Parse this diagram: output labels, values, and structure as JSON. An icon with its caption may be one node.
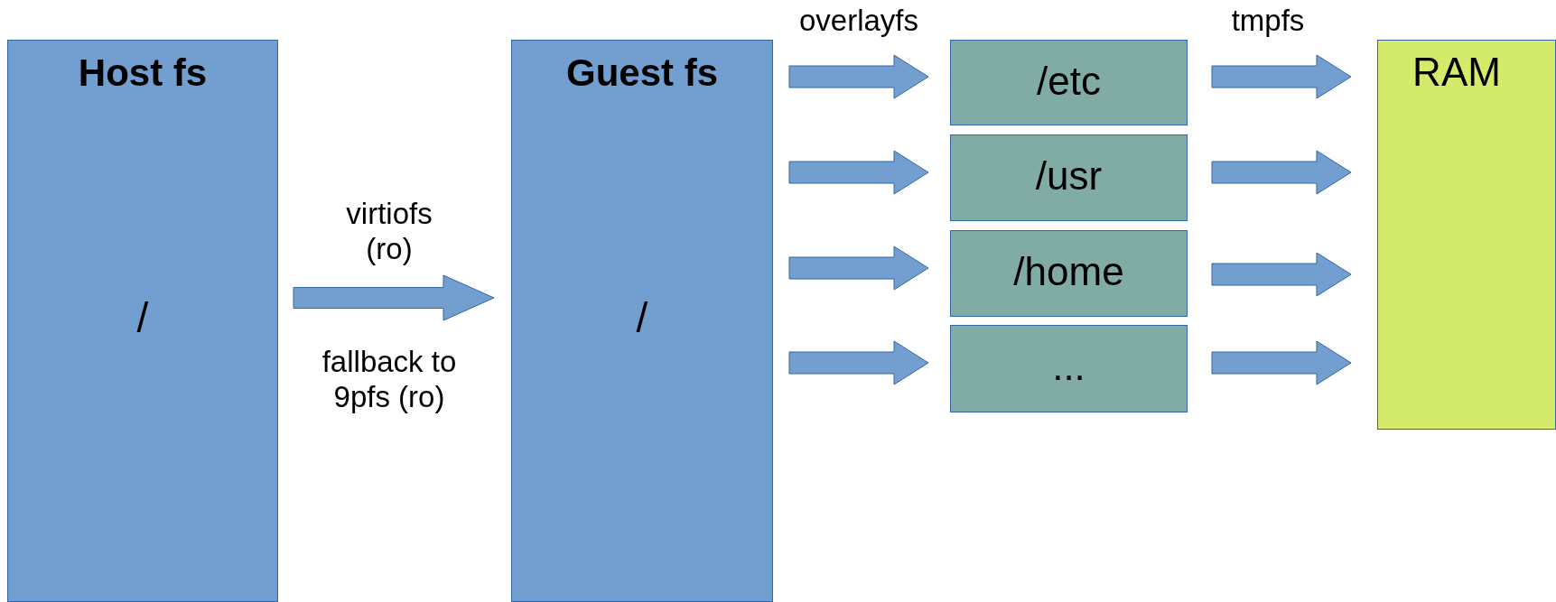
{
  "diagram": {
    "nodes": [
      {
        "text": [
          "Host fs",
          "/"
        ]
      },
      {
        "text": [
          "Guest fs",
          "/"
        ]
      },
      {
        "text": [
          "/etc"
        ]
      },
      {
        "text": [
          "/usr"
        ]
      },
      {
        "text": [
          "/home"
        ]
      },
      {
        "text": [
          "..."
        ]
      },
      {
        "text": [
          "RAM"
        ]
      }
    ],
    "edges": [
      {
        "from": 0,
        "to": 1,
        "arrow": "to",
        "label": "virtiofs (ro)"
      },
      {
        "from": 1,
        "to": 2,
        "arrow": "to"
      },
      {
        "from": 1,
        "to": 3,
        "arrow": "to"
      },
      {
        "from": 1,
        "to": 4,
        "arrow": "to"
      },
      {
        "from": 1,
        "to": 5,
        "arrow": "to"
      },
      {
        "from": 2,
        "to": 6,
        "arrow": "to"
      },
      {
        "from": 3,
        "to": 6,
        "arrow": "to"
      },
      {
        "from": 4,
        "to": 6,
        "arrow": "to"
      },
      {
        "from": 5,
        "to": 6,
        "arrow": "to"
      }
    ],
    "labels": [
      "overlayfs",
      "tmpfs",
      "fallback to 9pfs (ro)"
    ]
  }
}
